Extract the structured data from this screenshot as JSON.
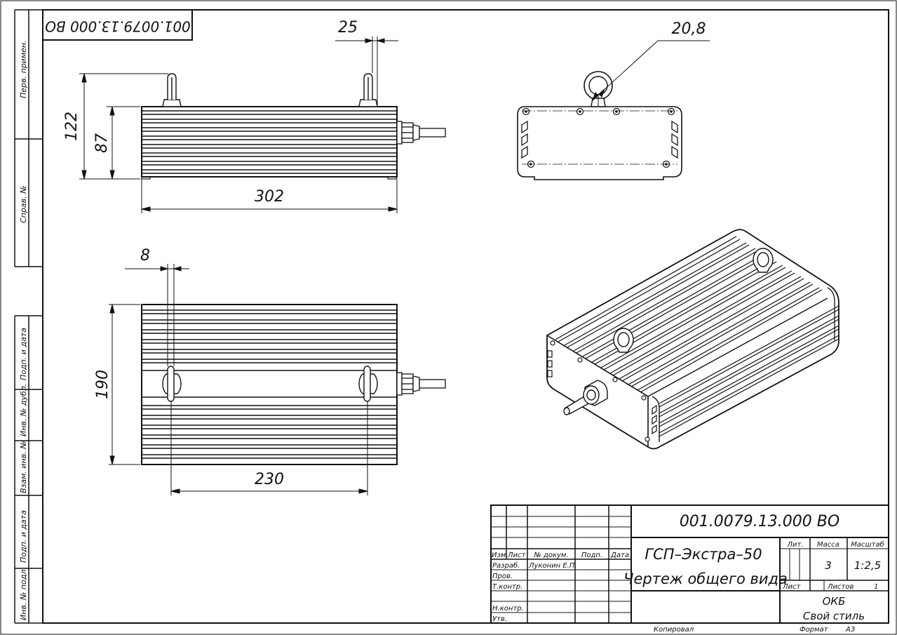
{
  "designation": "001.0079.13.000 ВО",
  "designation_rotated": "001.0079.13.000 ВО",
  "product_name": "ГСП–Экстра–50",
  "document_name": "Чертеж общего вида",
  "sidebar": {
    "perv_primen": "Перв. примен.",
    "sprav_no": "Справ. №",
    "podp_data_1": "Подп. и дата",
    "inv_dubl": "Инв. № дубл.",
    "vzam_inv": "Взам. инв. №",
    "podp_data_2": "Подп. и дата",
    "inv_podl": "Инв. № подл."
  },
  "dimensions": {
    "width_top": "302",
    "height_total": "122",
    "height_body": "87",
    "eye_offset": "25",
    "eye_diameter": "20,8",
    "plan_offset": "8",
    "plan_height": "190",
    "plan_spacing": "230"
  },
  "title_block": {
    "col_izm": "Изм.",
    "col_list": "Лист",
    "col_doc": "№ докум.",
    "col_podp": "Подп.",
    "col_data": "Дата",
    "row_razrab": "Разраб.",
    "razrab_name": "Луконин Е.П.",
    "row_prov": "Пров.",
    "row_tkontr": "Т.контр.",
    "row_nkontr": "Н.контр.",
    "row_utv": "Утв.",
    "lit_label": "Лит.",
    "mass_label": "Масса",
    "scale_label": "Масштаб",
    "mass_value": "3",
    "scale_value": "1:2,5",
    "sheet_label": "Лист",
    "sheets_label": "Листов",
    "sheets_value": "1",
    "org_line1": "ОКБ",
    "org_line2": "Свой стиль"
  },
  "footer": {
    "kopiroval": "Копировал",
    "format_label": "Формат",
    "format_value": "А3"
  }
}
